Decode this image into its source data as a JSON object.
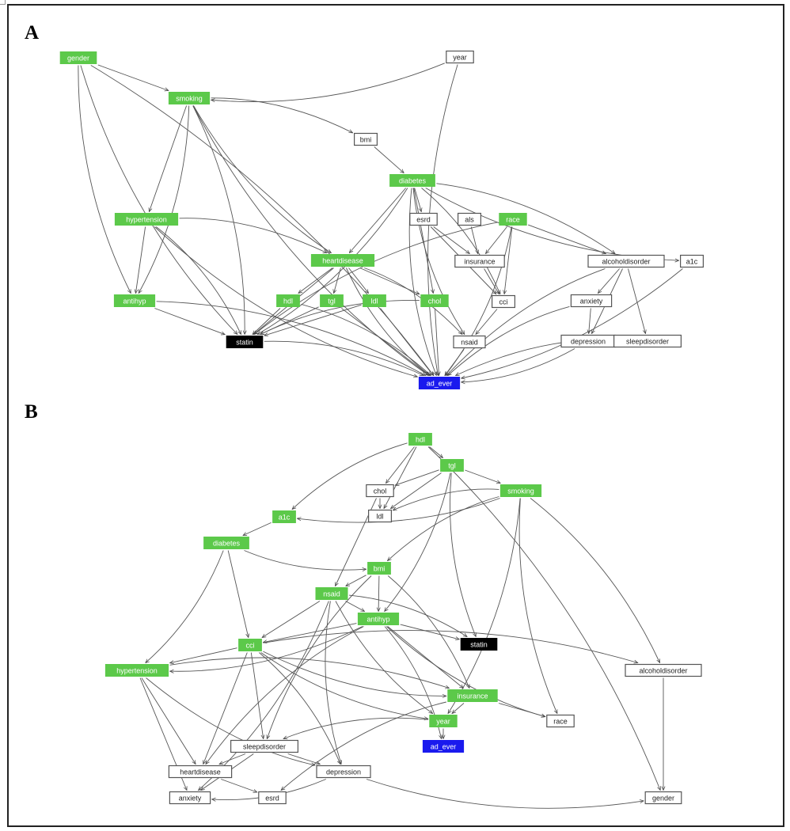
{
  "figure": {
    "panels": [
      {
        "id": "A",
        "label": "A",
        "nodes": [
          {
            "id": "gender",
            "label": "gender",
            "type": "selected"
          },
          {
            "id": "year",
            "label": "year",
            "type": "plain"
          },
          {
            "id": "smoking",
            "label": "smoking",
            "type": "selected"
          },
          {
            "id": "bmi",
            "label": "bmi",
            "type": "plain"
          },
          {
            "id": "diabetes",
            "label": "diabetes",
            "type": "selected"
          },
          {
            "id": "hypertension",
            "label": "hypertension",
            "type": "selected"
          },
          {
            "id": "esrd",
            "label": "esrd",
            "type": "plain"
          },
          {
            "id": "als",
            "label": "als",
            "type": "plain"
          },
          {
            "id": "race",
            "label": "race",
            "type": "selected"
          },
          {
            "id": "heartdisease",
            "label": "heartdisease",
            "type": "selected"
          },
          {
            "id": "insurance",
            "label": "insurance",
            "type": "plain"
          },
          {
            "id": "alcoholdisorder",
            "label": "alcoholdisorder",
            "type": "plain"
          },
          {
            "id": "a1c",
            "label": "a1c",
            "type": "plain"
          },
          {
            "id": "antihyp",
            "label": "antihyp",
            "type": "selected"
          },
          {
            "id": "hdl",
            "label": "hdl",
            "type": "selected"
          },
          {
            "id": "tgl",
            "label": "tgl",
            "type": "selected"
          },
          {
            "id": "ldl",
            "label": "ldl",
            "type": "selected"
          },
          {
            "id": "chol",
            "label": "chol",
            "type": "selected"
          },
          {
            "id": "cci",
            "label": "cci",
            "type": "plain"
          },
          {
            "id": "anxiety",
            "label": "anxiety",
            "type": "plain"
          },
          {
            "id": "statin",
            "label": "statin",
            "type": "treatment"
          },
          {
            "id": "nsaid",
            "label": "nsaid",
            "type": "plain"
          },
          {
            "id": "depression",
            "label": "depression",
            "type": "plain"
          },
          {
            "id": "sleepdisorder",
            "label": "sleepdisorder",
            "type": "plain"
          },
          {
            "id": "ad_ever",
            "label": "ad_ever",
            "type": "outcome"
          }
        ],
        "edges": [
          [
            "gender",
            "smoking"
          ],
          [
            "gender",
            "statin"
          ],
          [
            "gender",
            "ad_ever"
          ],
          [
            "gender",
            "antihyp"
          ],
          [
            "year",
            "smoking"
          ],
          [
            "year",
            "ad_ever"
          ],
          [
            "smoking",
            "bmi"
          ],
          [
            "smoking",
            "hypertension"
          ],
          [
            "smoking",
            "statin"
          ],
          [
            "smoking",
            "heartdisease"
          ],
          [
            "smoking",
            "antihyp"
          ],
          [
            "smoking",
            "ad_ever"
          ],
          [
            "bmi",
            "diabetes"
          ],
          [
            "diabetes",
            "heartdisease"
          ],
          [
            "diabetes",
            "esrd"
          ],
          [
            "diabetes",
            "chol"
          ],
          [
            "diabetes",
            "cci"
          ],
          [
            "diabetes",
            "a1c"
          ],
          [
            "diabetes",
            "statin"
          ],
          [
            "diabetes",
            "ad_ever"
          ],
          [
            "diabetes",
            "alcoholdisorder"
          ],
          [
            "diabetes",
            "nsaid"
          ],
          [
            "hypertension",
            "heartdisease"
          ],
          [
            "hypertension",
            "antihyp"
          ],
          [
            "hypertension",
            "statin"
          ],
          [
            "hypertension",
            "ad_ever"
          ],
          [
            "esrd",
            "insurance"
          ],
          [
            "esrd",
            "cci"
          ],
          [
            "als",
            "insurance"
          ],
          [
            "race",
            "insurance"
          ],
          [
            "race",
            "alcoholdisorder"
          ],
          [
            "race",
            "cci"
          ],
          [
            "race",
            "ad_ever"
          ],
          [
            "race",
            "statin"
          ],
          [
            "heartdisease",
            "hdl"
          ],
          [
            "heartdisease",
            "tgl"
          ],
          [
            "heartdisease",
            "ldl"
          ],
          [
            "heartdisease",
            "chol"
          ],
          [
            "heartdisease",
            "statin"
          ],
          [
            "heartdisease",
            "ad_ever"
          ],
          [
            "heartdisease",
            "nsaid"
          ],
          [
            "insurance",
            "cci"
          ],
          [
            "alcoholdisorder",
            "anxiety"
          ],
          [
            "alcoholdisorder",
            "depression"
          ],
          [
            "alcoholdisorder",
            "sleepdisorder"
          ],
          [
            "alcoholdisorder",
            "ad_ever"
          ],
          [
            "a1c",
            "ad_ever"
          ],
          [
            "antihyp",
            "statin"
          ],
          [
            "antihyp",
            "ad_ever"
          ],
          [
            "hdl",
            "statin"
          ],
          [
            "hdl",
            "ad_ever"
          ],
          [
            "tgl",
            "statin"
          ],
          [
            "tgl",
            "ad_ever"
          ],
          [
            "ldl",
            "statin"
          ],
          [
            "ldl",
            "ad_ever"
          ],
          [
            "chol",
            "statin"
          ],
          [
            "chol",
            "ad_ever"
          ],
          [
            "cci",
            "nsaid"
          ],
          [
            "anxiety",
            "depression"
          ],
          [
            "anxiety",
            "ad_ever"
          ],
          [
            "statin",
            "ad_ever"
          ],
          [
            "nsaid",
            "ad_ever"
          ],
          [
            "depression",
            "ad_ever"
          ],
          [
            "sleepdisorder",
            "ad_ever"
          ]
        ]
      },
      {
        "id": "B",
        "label": "B",
        "nodes": [
          {
            "id": "hdl",
            "label": "hdl",
            "type": "selected"
          },
          {
            "id": "tgl",
            "label": "tgl",
            "type": "selected"
          },
          {
            "id": "chol",
            "label": "chol",
            "type": "plain"
          },
          {
            "id": "smoking",
            "label": "smoking",
            "type": "selected"
          },
          {
            "id": "ldl",
            "label": "ldl",
            "type": "plain"
          },
          {
            "id": "a1c",
            "label": "a1c",
            "type": "selected"
          },
          {
            "id": "diabetes",
            "label": "diabetes",
            "type": "selected"
          },
          {
            "id": "bmi",
            "label": "bmi",
            "type": "selected"
          },
          {
            "id": "nsaid",
            "label": "nsaid",
            "type": "selected"
          },
          {
            "id": "antihyp",
            "label": "antihyp",
            "type": "selected"
          },
          {
            "id": "statin",
            "label": "statin",
            "type": "treatment"
          },
          {
            "id": "cci",
            "label": "cci",
            "type": "selected"
          },
          {
            "id": "hypertension",
            "label": "hypertension",
            "type": "selected"
          },
          {
            "id": "alcoholdisorder",
            "label": "alcoholdisorder",
            "type": "plain"
          },
          {
            "id": "insurance",
            "label": "insurance",
            "type": "selected"
          },
          {
            "id": "year",
            "label": "year",
            "type": "selected"
          },
          {
            "id": "race",
            "label": "race",
            "type": "plain"
          },
          {
            "id": "ad_ever",
            "label": "ad_ever",
            "type": "outcome"
          },
          {
            "id": "sleepdisorder",
            "label": "sleepdisorder",
            "type": "plain"
          },
          {
            "id": "heartdisease",
            "label": "heartdisease",
            "type": "plain"
          },
          {
            "id": "depression",
            "label": "depression",
            "type": "plain"
          },
          {
            "id": "anxiety",
            "label": "anxiety",
            "type": "plain"
          },
          {
            "id": "esrd",
            "label": "esrd",
            "type": "plain"
          },
          {
            "id": "gender",
            "label": "gender",
            "type": "plain"
          }
        ],
        "edges": [
          [
            "hdl",
            "tgl"
          ],
          [
            "hdl",
            "chol"
          ],
          [
            "hdl",
            "ldl"
          ],
          [
            "hdl",
            "a1c"
          ],
          [
            "hdl",
            "gender"
          ],
          [
            "tgl",
            "chol"
          ],
          [
            "tgl",
            "ldl"
          ],
          [
            "tgl",
            "smoking"
          ],
          [
            "tgl",
            "antihyp"
          ],
          [
            "tgl",
            "statin"
          ],
          [
            "chol",
            "ldl"
          ],
          [
            "chol",
            "nsaid"
          ],
          [
            "smoking",
            "a1c"
          ],
          [
            "smoking",
            "bmi"
          ],
          [
            "smoking",
            "year"
          ],
          [
            "smoking",
            "race"
          ],
          [
            "smoking",
            "alcoholdisorder"
          ],
          [
            "smoking",
            "ldl"
          ],
          [
            "a1c",
            "diabetes"
          ],
          [
            "diabetes",
            "bmi"
          ],
          [
            "diabetes",
            "hypertension"
          ],
          [
            "diabetes",
            "cci"
          ],
          [
            "bmi",
            "nsaid"
          ],
          [
            "bmi",
            "antihyp"
          ],
          [
            "bmi",
            "insurance"
          ],
          [
            "bmi",
            "sleepdisorder"
          ],
          [
            "nsaid",
            "antihyp"
          ],
          [
            "nsaid",
            "cci"
          ],
          [
            "nsaid",
            "statin"
          ],
          [
            "nsaid",
            "depression"
          ],
          [
            "nsaid",
            "anxiety"
          ],
          [
            "nsaid",
            "year"
          ],
          [
            "antihyp",
            "statin"
          ],
          [
            "antihyp",
            "cci"
          ],
          [
            "antihyp",
            "hypertension"
          ],
          [
            "antihyp",
            "race"
          ],
          [
            "antihyp",
            "ad_ever"
          ],
          [
            "antihyp",
            "heartdisease"
          ],
          [
            "antihyp",
            "insurance"
          ],
          [
            "cci",
            "hypertension"
          ],
          [
            "cci",
            "alcoholdisorder"
          ],
          [
            "cci",
            "insurance"
          ],
          [
            "cci",
            "sleepdisorder"
          ],
          [
            "cci",
            "heartdisease"
          ],
          [
            "cci",
            "depression"
          ],
          [
            "cci",
            "year"
          ],
          [
            "hypertension",
            "insurance"
          ],
          [
            "hypertension",
            "heartdisease"
          ],
          [
            "hypertension",
            "anxiety"
          ],
          [
            "hypertension",
            "depression"
          ],
          [
            "alcoholdisorder",
            "gender"
          ],
          [
            "insurance",
            "year"
          ],
          [
            "insurance",
            "race"
          ],
          [
            "insurance",
            "esrd"
          ],
          [
            "year",
            "ad_ever"
          ],
          [
            "year",
            "sleepdisorder"
          ],
          [
            "sleepdisorder",
            "heartdisease"
          ],
          [
            "sleepdisorder",
            "depression"
          ],
          [
            "sleepdisorder",
            "anxiety"
          ],
          [
            "heartdisease",
            "esrd"
          ],
          [
            "depression",
            "anxiety"
          ],
          [
            "depression",
            "gender"
          ]
        ]
      }
    ],
    "legend_colors": {
      "selected": "#5cc94a",
      "treatment": "#000000",
      "outcome": "#1a1aee",
      "plain": "#ffffff"
    }
  }
}
